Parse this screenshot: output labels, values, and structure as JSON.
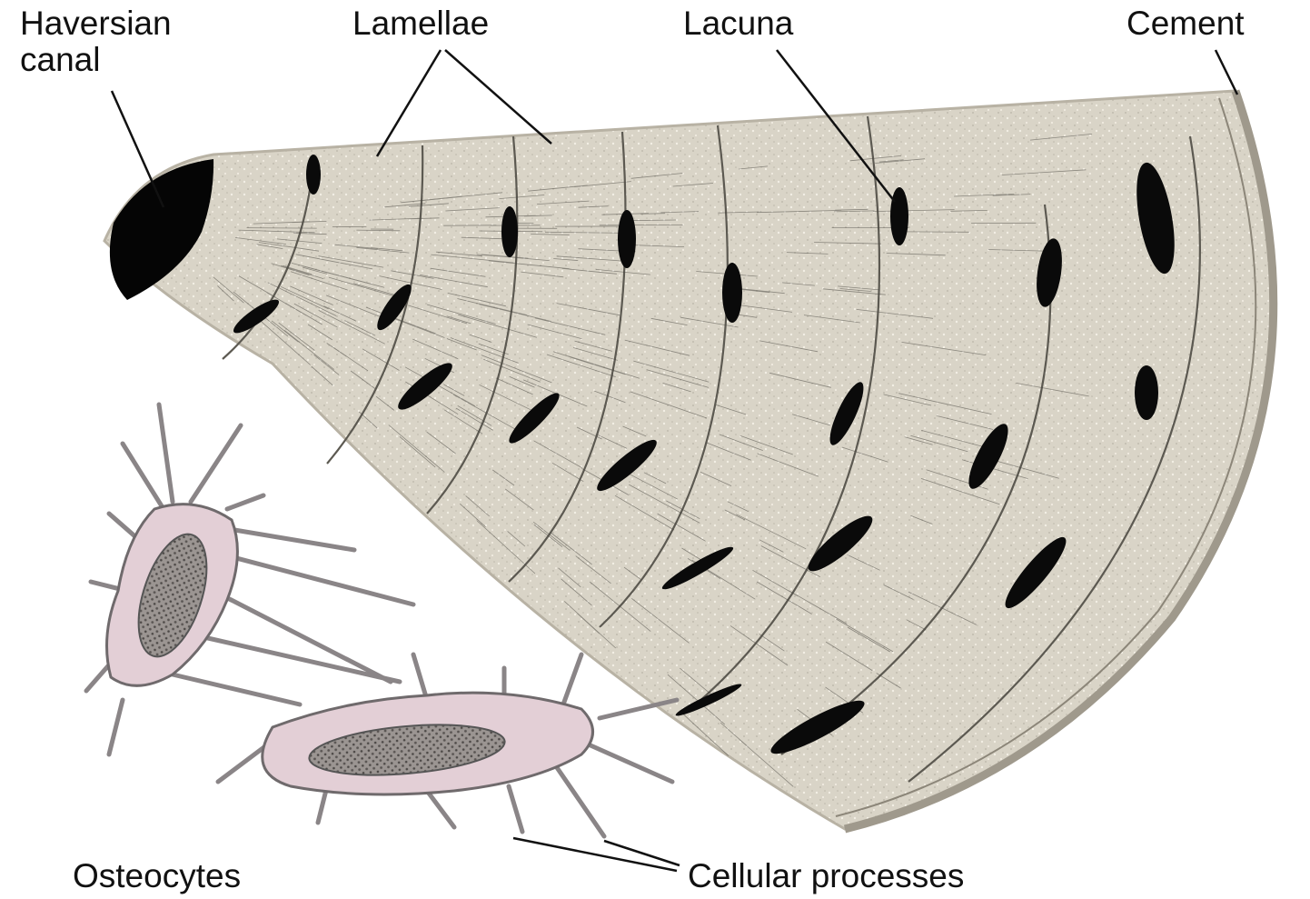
{
  "labels": {
    "haversian_line1": "Haversian",
    "haversian_line2": "canal",
    "lamellae": "Lamellae",
    "lacuna": "Lacuna",
    "cement": "Cement",
    "osteocytes": "Osteocytes",
    "cellular_processes": "Cellular processes"
  },
  "colors": {
    "bone_matrix": "#d8d3c6",
    "bone_texture": "#ece7da",
    "canal": "#050505",
    "lacuna": "#0a0a0a",
    "canaliculi": "#3a3833",
    "cell_body": "#e3cfd6",
    "cell_outline": "#6f6a6c",
    "nucleus": "#8a8582",
    "leader": "#111111"
  }
}
